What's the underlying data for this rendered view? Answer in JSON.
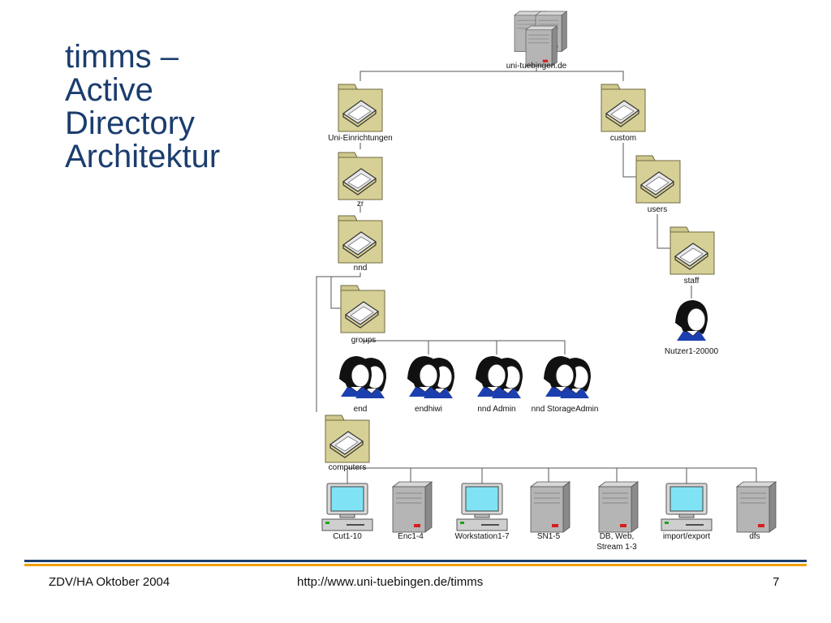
{
  "title_lines": [
    "timms –",
    "Active",
    "Directory",
    "Architektur"
  ],
  "nodes": {
    "root": "uni-tuebingen.de",
    "uni_einrichtungen": "Uni-Einrichtungen",
    "zr": "zr",
    "nnd": "nnd",
    "groups": "groups",
    "computers": "computers",
    "custom": "custom",
    "users": "users",
    "staff": "staff",
    "nutzer": "Nutzer1-20000"
  },
  "groups": [
    "end",
    "endhiwi",
    "nnd Admin",
    "nnd StorageAdmin"
  ],
  "computers": [
    {
      "label_lines": [
        "Cut1-10"
      ],
      "kind": "workstation"
    },
    {
      "label_lines": [
        "Enc1-4"
      ],
      "kind": "server"
    },
    {
      "label_lines": [
        "Workstation1-7"
      ],
      "kind": "workstation"
    },
    {
      "label_lines": [
        "SN1-5"
      ],
      "kind": "server"
    },
    {
      "label_lines": [
        "DB, Web,",
        "Stream 1-3"
      ],
      "kind": "server"
    },
    {
      "label_lines": [
        "import/export"
      ],
      "kind": "workstation"
    },
    {
      "label_lines": [
        "dfs"
      ],
      "kind": "server"
    }
  ],
  "footer": {
    "left": "ZDV/HA Oktober 2004",
    "center": "http://www.uni-tuebingen.de/timms",
    "page": "7"
  },
  "colors": {
    "title": "#1b3d6e",
    "folder": "#cfc88e",
    "footer_blue": "#1b3d6e",
    "footer_orange": "#f2a000",
    "monitor_screen": "#7fe3f5"
  }
}
